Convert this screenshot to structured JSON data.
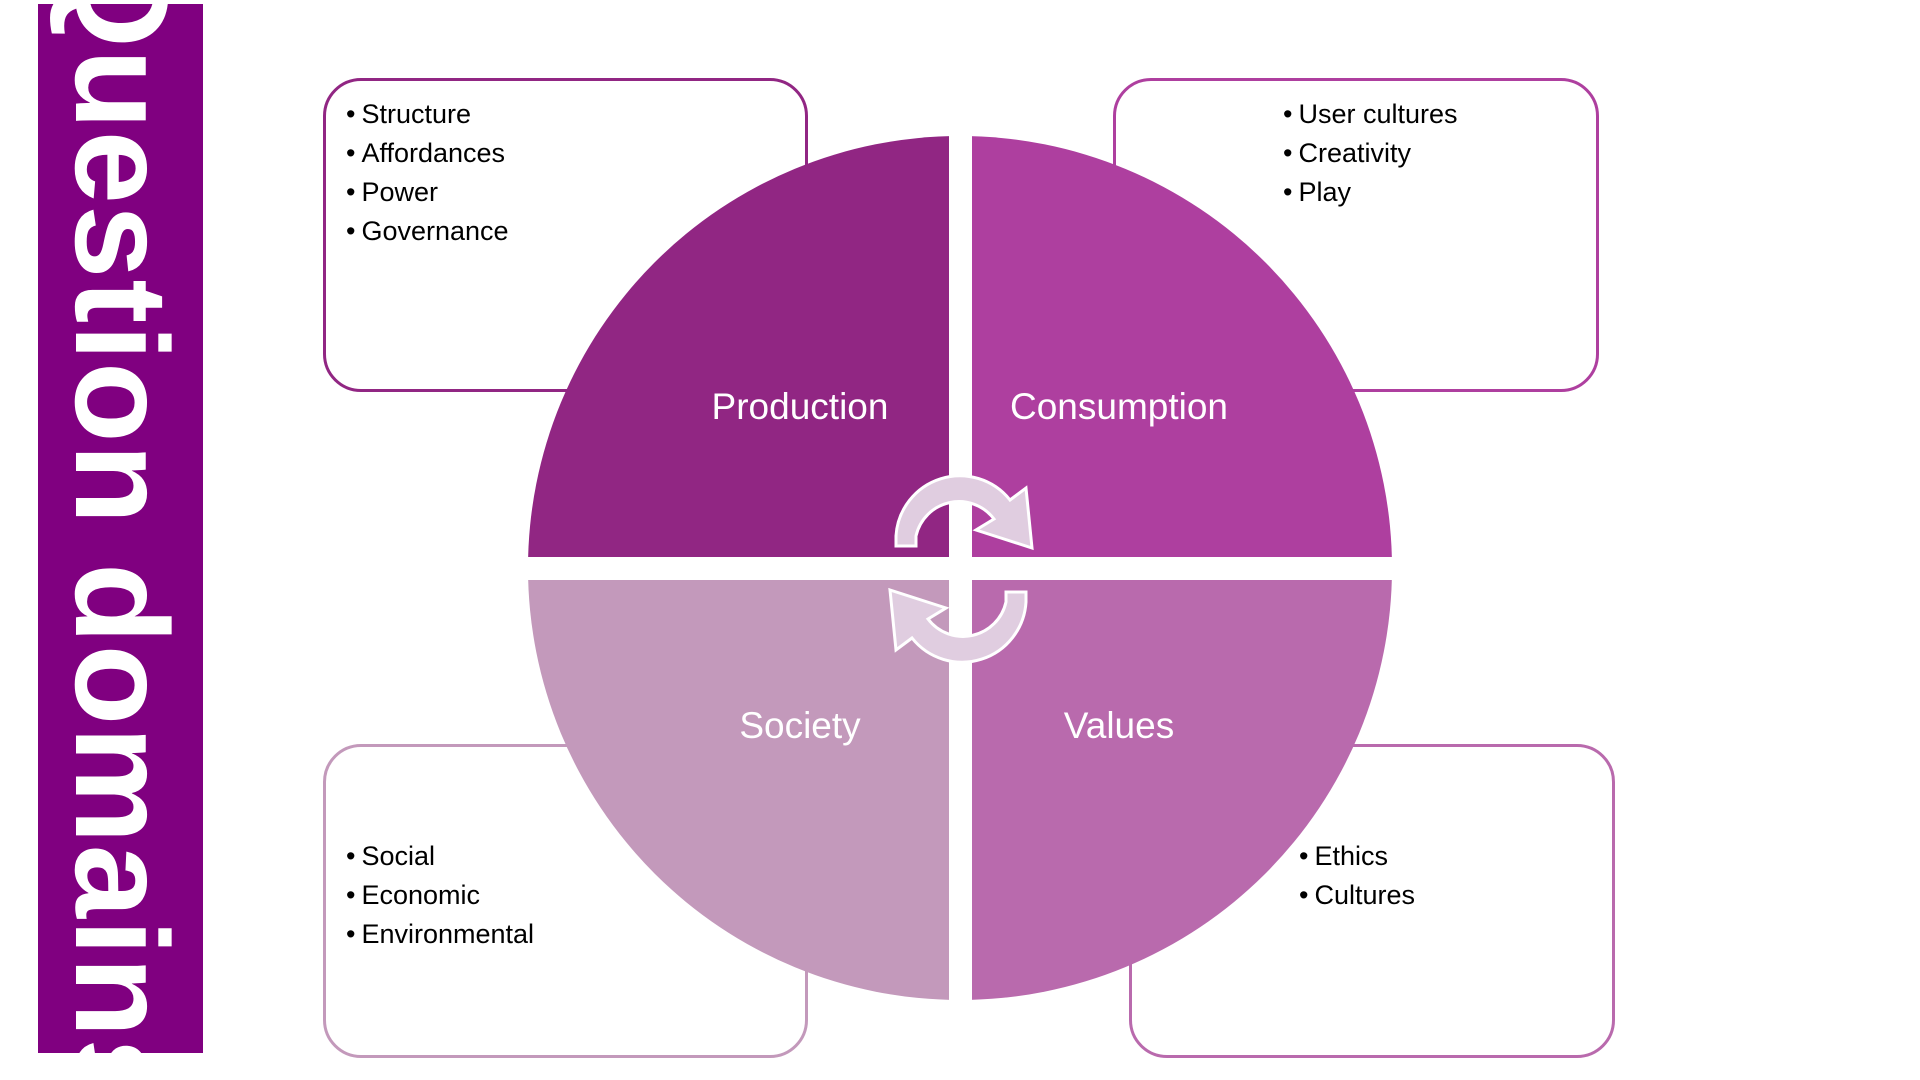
{
  "title": "Question domains",
  "colors": {
    "title_bar": "#800080",
    "production": "#912683",
    "consumption": "#ae3f9f",
    "society": "#c399bb",
    "values": "#b96aad",
    "cycle_arrows": "#e0cde0"
  },
  "quadrants": [
    {
      "label": "Production",
      "items": [
        "Structure",
        "Affordances",
        "Power",
        "Governance"
      ]
    },
    {
      "label": "Consumption",
      "items": [
        "User cultures",
        "Creativity",
        "Play"
      ]
    },
    {
      "label": "Society",
      "items": [
        "Social",
        "Economic",
        "Environmental"
      ]
    },
    {
      "label": "Values",
      "items": [
        "Ethics",
        "Cultures"
      ]
    }
  ]
}
